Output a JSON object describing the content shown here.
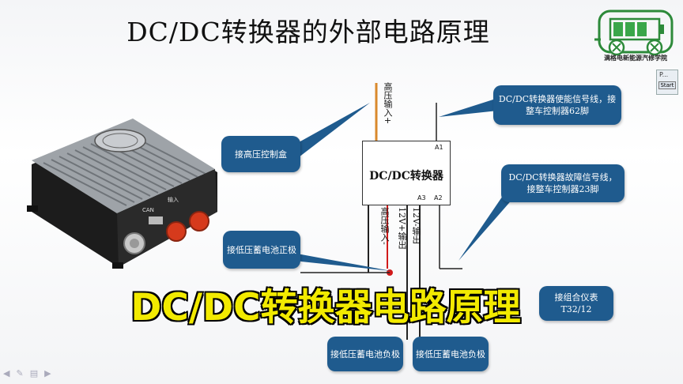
{
  "slide": {
    "title": "DC/DC转换器的外部电路原理",
    "logo_text": "满格电新能源汽修学院",
    "subtitle": "DC/DC转换器电路原理"
  },
  "control": {
    "p_label": "P...",
    "start_label": "Start"
  },
  "diagram": {
    "converter_label": "DC/DC转换器",
    "pins": {
      "a1": "A1",
      "a2": "A2",
      "a3": "A3"
    },
    "wire_labels": {
      "hv_in_plus": "高压输入+",
      "hv_in_minus": "高压输入-",
      "out_12v_plus": "12V+输出",
      "out_12v_minus": "12V-输出"
    },
    "callouts": {
      "hv_box": "接高压控制盒",
      "enable_signal": "DC/DC转换器使能信号线，接整车控制器62脚",
      "fault_signal": "DC/DC转换器故障信号线，接整车控制器23脚",
      "lv_battery_plus": "接低压蓄电池正极",
      "cluster": "接组合仪表T32/12",
      "lv_battery_minus_1": "接低压蓄电池负极",
      "lv_battery_minus_2": "接低压蓄电池负极"
    },
    "device_labels": {
      "can": "CAN",
      "ports": "输入"
    }
  },
  "colors": {
    "callout": "#1f5b8e",
    "hv_wire": "#d9892c",
    "hv_red": "#d11a1a",
    "subtitle": "#f2ea00"
  },
  "toolbar_icons": [
    "prev-icon",
    "pen-icon",
    "slides-icon",
    "next-icon"
  ]
}
